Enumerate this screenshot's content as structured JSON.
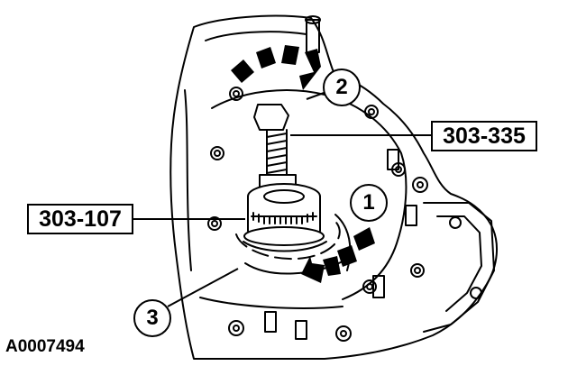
{
  "callouts": {
    "tool_upper": "303-335",
    "tool_left": "303-107",
    "step_1": "1",
    "step_2": "2",
    "step_3": "3"
  },
  "figure_id": "A0007494",
  "colors": {
    "line": "#000000",
    "paper": "#ffffff"
  }
}
